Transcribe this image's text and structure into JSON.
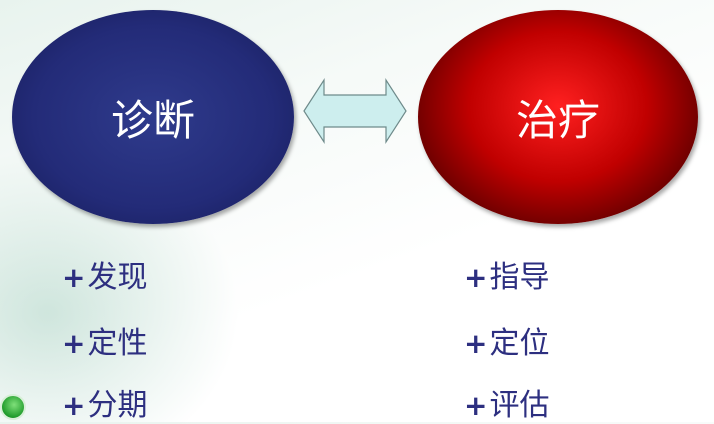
{
  "left": {
    "title": "诊断",
    "color": "#232b78",
    "items": [
      "发现",
      "定性",
      "分期"
    ]
  },
  "right": {
    "title": "治疗",
    "color": "#c00000",
    "items": [
      "指导",
      "定位",
      "评估"
    ]
  },
  "plus_symbol": "+",
  "arrow": {
    "type": "double-headed",
    "color": "#cdeeee"
  }
}
